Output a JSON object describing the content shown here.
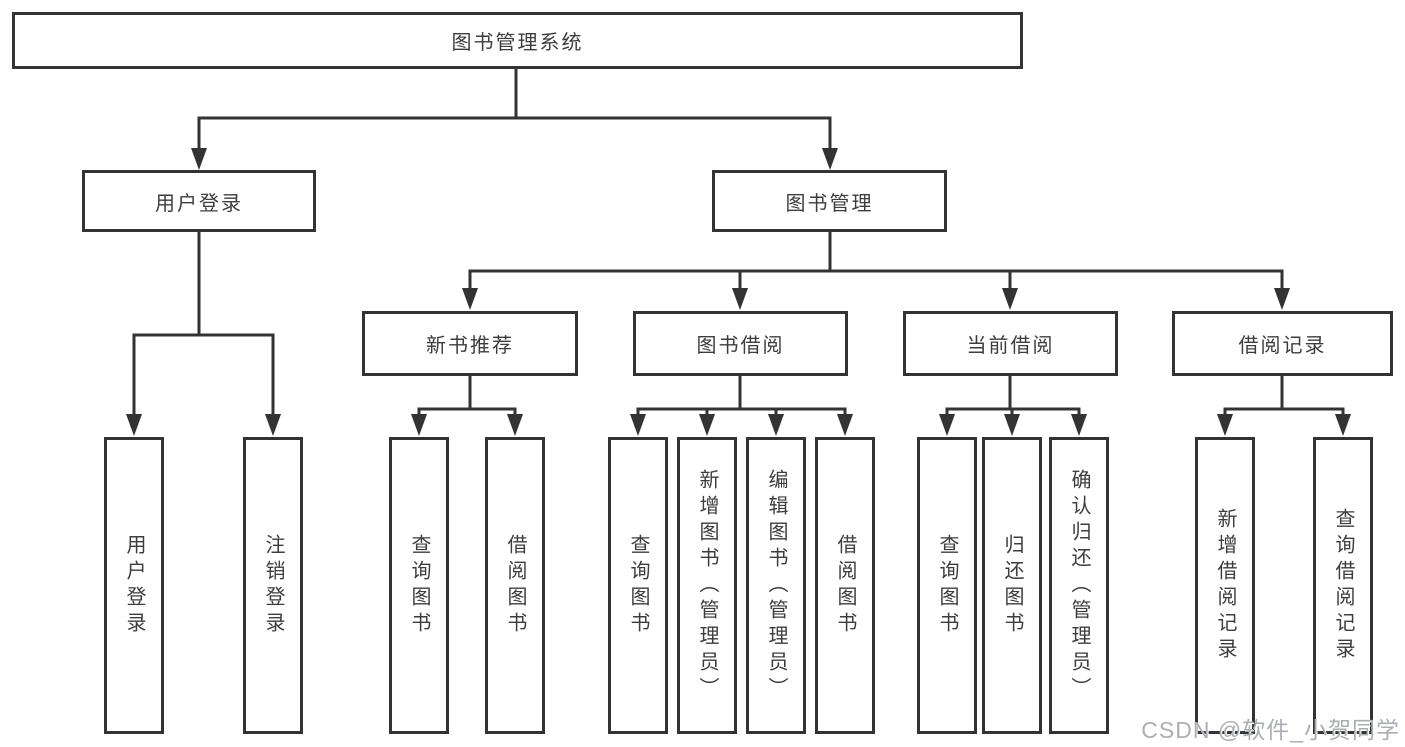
{
  "diagram": {
    "root": {
      "label": "图书管理系统"
    },
    "level2": [
      {
        "id": "user-login",
        "label": "用户登录"
      },
      {
        "id": "book-management",
        "label": "图书管理"
      }
    ],
    "level3": [
      {
        "id": "new-book-recommendation",
        "label": "新书推荐"
      },
      {
        "id": "book-borrowing",
        "label": "图书借阅"
      },
      {
        "id": "current-borrowing",
        "label": "当前借阅"
      },
      {
        "id": "borrowing-records",
        "label": "借阅记录"
      }
    ],
    "leaves": {
      "user_login": [
        "用户登录",
        "注销登录"
      ],
      "new_book_recommendation": [
        "查询图书",
        "借阅图书"
      ],
      "book_borrowing": [
        "查询图书",
        "新增图书（管理员）",
        "编辑图书（管理员）",
        "借阅图书"
      ],
      "current_borrowing": [
        "查询图书",
        "归还图书",
        "确认归还（管理员）"
      ],
      "borrowing_records": [
        "新增借阅记录",
        "查询借阅记录"
      ]
    }
  },
  "watermark": {
    "text": "CSDN @软件_小贺同学"
  },
  "colors": {
    "line": "#333333",
    "text": "#3d3d3d",
    "box_background": "#ffffff",
    "watermark": "#abaeb3"
  }
}
